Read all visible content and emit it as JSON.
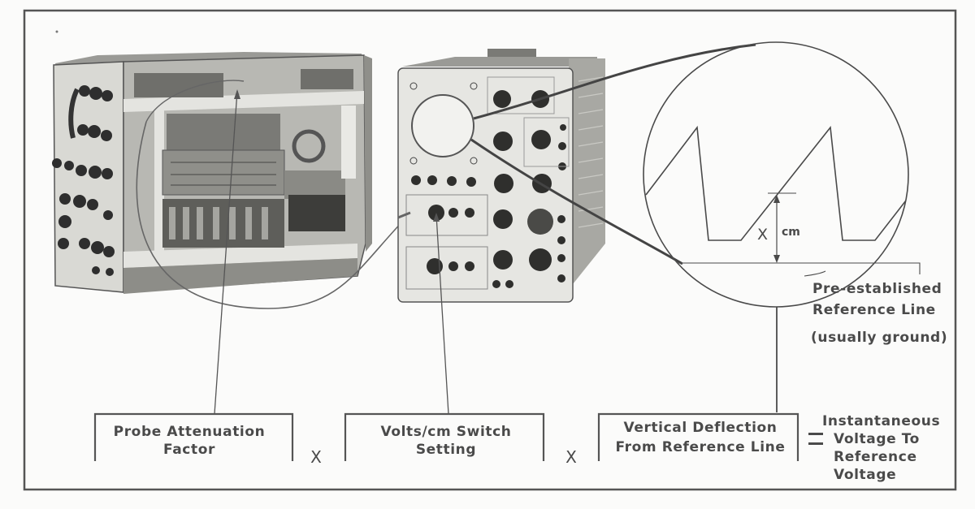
{
  "figure": {
    "title": "Measuring instantaneous voltage with an oscilloscope",
    "colors": {
      "background": "#fbfbfa",
      "ink": "#4a4a4a",
      "frame": "#555555",
      "photo_dark": "#3a3a3a",
      "photo_mid": "#8a8a8a",
      "photo_light": "#d6d6d2"
    }
  },
  "illustrations": {
    "left_scope": {
      "name": "oscilloscope chassis with side panel removed (internal view)"
    },
    "right_scope": {
      "name": "oscilloscope front panel"
    },
    "magnified_screen": {
      "name": "magnified CRT display showing sawtooth waveform",
      "measurement_label": {
        "symbol": "X",
        "unit": "cm"
      }
    }
  },
  "callouts": {
    "reference_line": {
      "line1": "Pre-established",
      "line2": "Reference Line",
      "line3": "(usually ground)"
    }
  },
  "equation": {
    "terms": [
      {
        "line1": "Probe Attenuation",
        "line2": "Factor"
      },
      {
        "line1": "Volts/cm Switch",
        "line2": "Setting"
      },
      {
        "line1": "Vertical Deflection",
        "line2": "From Reference Line"
      }
    ],
    "operators": [
      "X",
      "X",
      "="
    ],
    "result": {
      "line1": "Instantaneous",
      "line2": "Voltage To",
      "line3": "Reference",
      "line4": "Voltage"
    }
  }
}
